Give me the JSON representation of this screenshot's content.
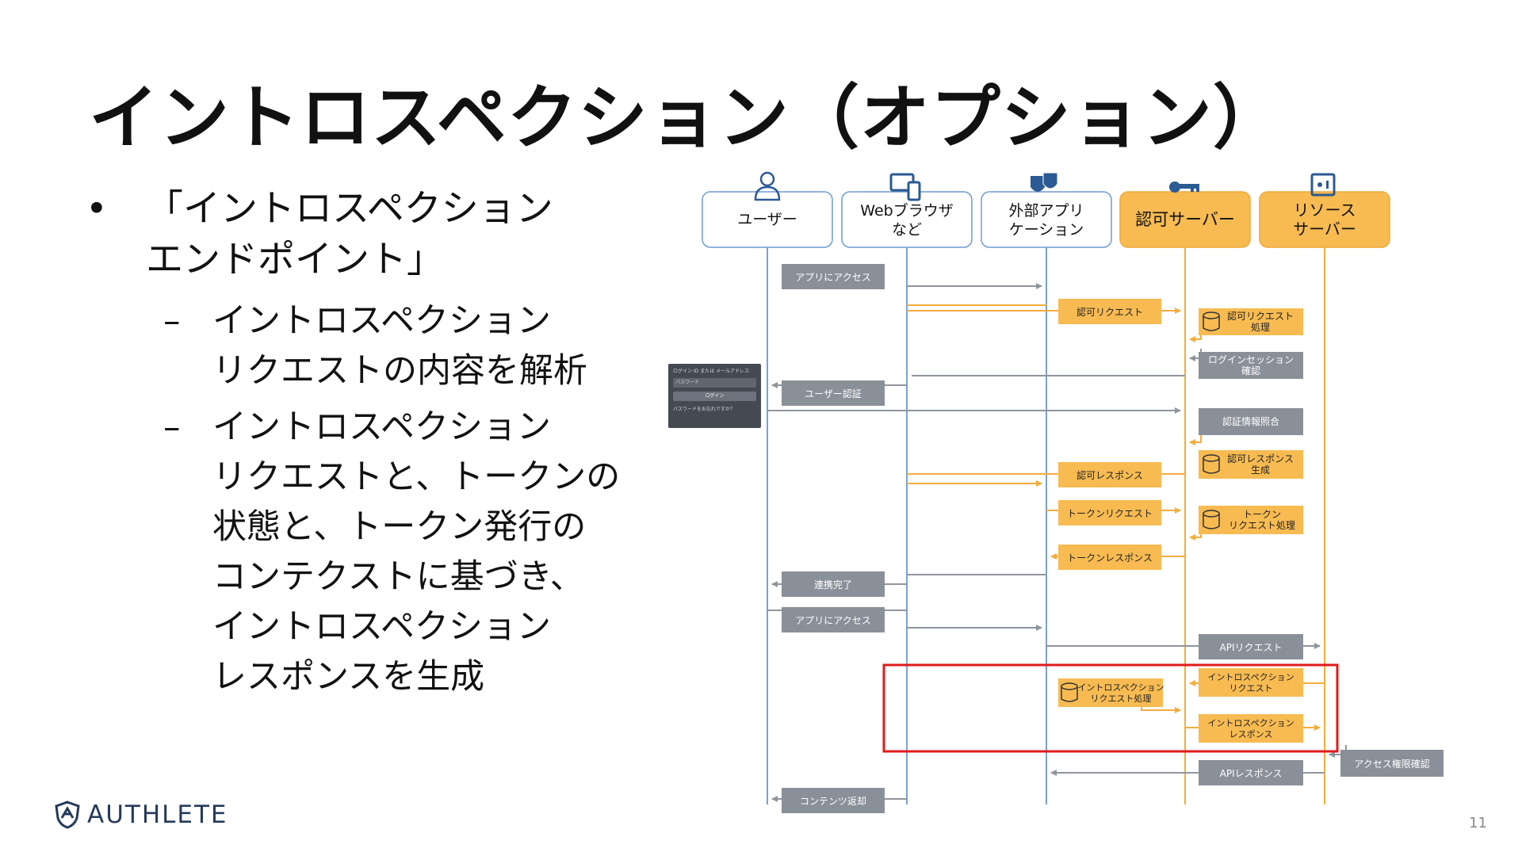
{
  "slide": {
    "title": "イントロスペクション（オプション）",
    "bullet": {
      "line1": "「イントロスペクション",
      "line2": "エンドポイント」",
      "subs": [
        {
          "line1": "イントロスペクション",
          "line2": "リクエストの内容を解析"
        },
        {
          "lines": [
            "イントロスペクション",
            "リクエストと、トークンの",
            "状態と、トークン発行の",
            "コンテクストに基づき、",
            "イントロスペクション",
            "レスポンスを生成"
          ]
        }
      ]
    },
    "page_number": "11"
  },
  "logo": {
    "text": "AUTHLETE"
  },
  "login_screen": {
    "id_field": "ログイン ID または メールアドレス",
    "password_field": "パスワード",
    "login_button": "ログイン",
    "forgot_link": "パスワードをお忘れですか？"
  },
  "actors": [
    {
      "id": "user",
      "line1": "ユーザー",
      "line2": "",
      "icon": "user-icon"
    },
    {
      "id": "browser",
      "line1": "Webブラウザ",
      "line2": "など",
      "icon": "devices-icon"
    },
    {
      "id": "client",
      "line1": "外部アプリ",
      "line2": "ケーション",
      "icon": "theater-masks-icon"
    },
    {
      "id": "authz",
      "line1": "認可サーバー",
      "line2": "",
      "icon": "key-icon"
    },
    {
      "id": "resource",
      "line1": "リソース",
      "line2": "サーバー",
      "icon": "safe-icon"
    }
  ],
  "steps": {
    "app_access_1": "アプリにアクセス",
    "authz_request": "認可リクエスト",
    "authz_request_processing": [
      "認可リクエスト",
      "処理"
    ],
    "login_session_check": [
      "ログインセッション",
      "確認"
    ],
    "user_auth": "ユーザー認証",
    "credential_check": "認証情報照合",
    "authz_response_generation": [
      "認可レスポンス",
      "生成"
    ],
    "authz_response": "認可レスポンス",
    "token_request": "トークンリクエスト",
    "token_request_processing": [
      "トークン",
      "リクエスト処理"
    ],
    "token_response": "トークンレスポンス",
    "link_complete": "連携完了",
    "app_access_2": "アプリにアクセス",
    "api_request": "APIリクエスト",
    "introspection_request": [
      "イントロスペクション",
      "リクエスト"
    ],
    "introspection_processing": [
      "イントロスペクション",
      "リクエスト処理"
    ],
    "introspection_response": [
      "イントロスペクション",
      "レスポンス"
    ],
    "access_rights_check": "アクセス権限確認",
    "api_response": "APIレスポンス",
    "content_return": "コンテンツ返却"
  },
  "colors": {
    "gray_box": "#8a9099",
    "orange_box": "#f7bb52",
    "orange_line": "#f4ad3d",
    "gray_line": "#8f959d",
    "lifeline_blue": "#4f84c4",
    "highlight_red": "#e01b1b",
    "logo_navy": "#253b5b"
  }
}
